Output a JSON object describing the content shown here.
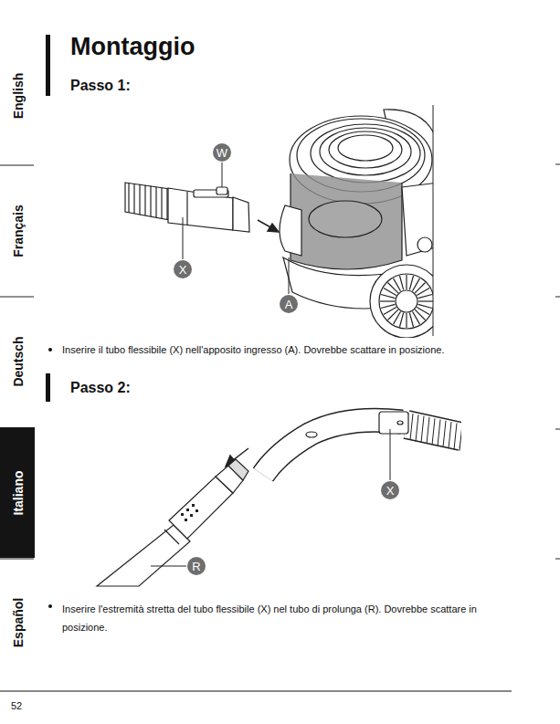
{
  "diagram": {
    "title": "Montaggio",
    "nodes": [
      {
        "text": [
          "W"
        ]
      },
      {
        "text": [
          "X"
        ]
      },
      {
        "text": [
          "A"
        ]
      },
      {
        "text": [
          "X"
        ]
      },
      {
        "text": [
          "R"
        ]
      },
      {
        "text": [
          "Italiano"
        ]
      }
    ],
    "labels": [
      "English",
      "Français",
      "Deutsch",
      "Español",
      "Passo 1:",
      "Inserire il tubo flessibile (X) nell'apposito ingresso (A). Dovrebbe scattare in posizione.",
      "Passo 2:",
      "Inserire l'estremità stretta del tubo flessibile (X) nel tubo di prolunga (R). Dovrebbe scattare in posizione.",
      "52"
    ]
  }
}
